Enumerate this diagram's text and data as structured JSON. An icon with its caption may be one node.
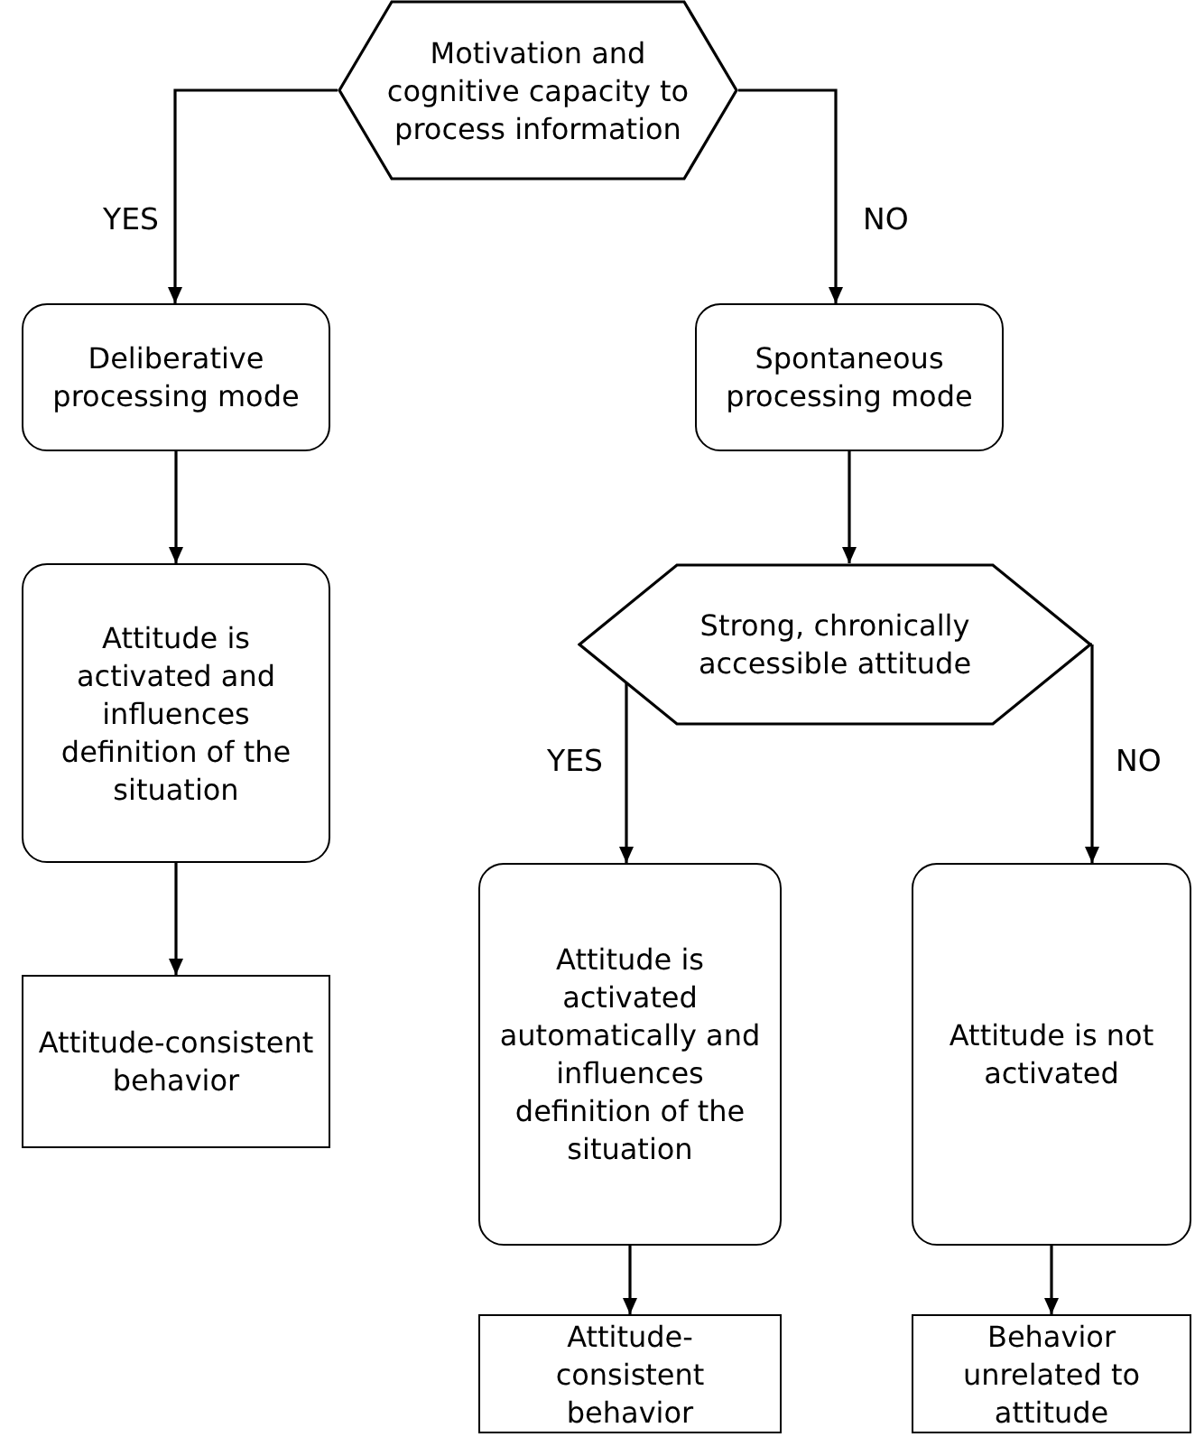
{
  "diagram": {
    "nodes": [
      {
        "text": [
          "Motivation and cognitive capacity to process information"
        ]
      },
      {
        "text": [
          "Deliberative processing mode"
        ]
      },
      {
        "text": [
          "Spontaneous processing mode"
        ]
      },
      {
        "text": [
          "Attitude is activated and influences definition of the situation"
        ]
      },
      {
        "text": [
          "Attitude-consistent behavior"
        ]
      },
      {
        "text": [
          "Strong, chronically accessible attitude"
        ]
      },
      {
        "text": [
          "Attitude is activated automatically and influences definition of the situation"
        ]
      },
      {
        "text": [
          "Attitude is not activated"
        ]
      },
      {
        "text": [
          "Attitude-consistent behavior"
        ]
      },
      {
        "text": [
          "Behavior unrelated to attitude"
        ]
      }
    ],
    "edges": [
      {
        "from": 0,
        "to": 1,
        "arrow": "to",
        "label": "YES"
      },
      {
        "from": 0,
        "to": 2,
        "arrow": "to",
        "label": "NO"
      },
      {
        "from": 1,
        "to": 3,
        "arrow": "to"
      },
      {
        "from": 3,
        "to": 4,
        "arrow": "to"
      },
      {
        "from": 2,
        "to": 5,
        "arrow": "to"
      },
      {
        "from": 5,
        "to": 6,
        "arrow": "to",
        "label": "YES"
      },
      {
        "from": 5,
        "to": 7,
        "arrow": "to",
        "label": "NO"
      },
      {
        "from": 6,
        "to": 8,
        "arrow": "to"
      },
      {
        "from": 7,
        "to": 9,
        "arrow": "to"
      }
    ]
  }
}
